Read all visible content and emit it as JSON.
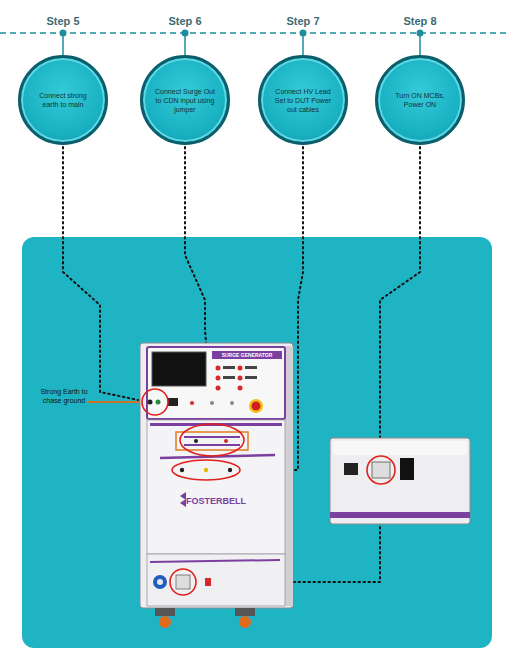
{
  "diagram": {
    "nodes": [
      {
        "text": [
          "Step 5",
          "Connect strong earth to main"
        ]
      },
      {
        "text": [
          "Step 6",
          "Connect Surge Out to CDN input using jumper"
        ]
      },
      {
        "text": [
          "Step 7",
          "Connect HV Lead Set to DUT Power out cables"
        ]
      },
      {
        "text": [
          "Step 8",
          "Turn ON MCBs, Power ON"
        ]
      }
    ],
    "labels": [
      "Strong Earth to chase ground",
      "SURGE GENERATOR",
      "FOSTERBELL"
    ]
  }
}
